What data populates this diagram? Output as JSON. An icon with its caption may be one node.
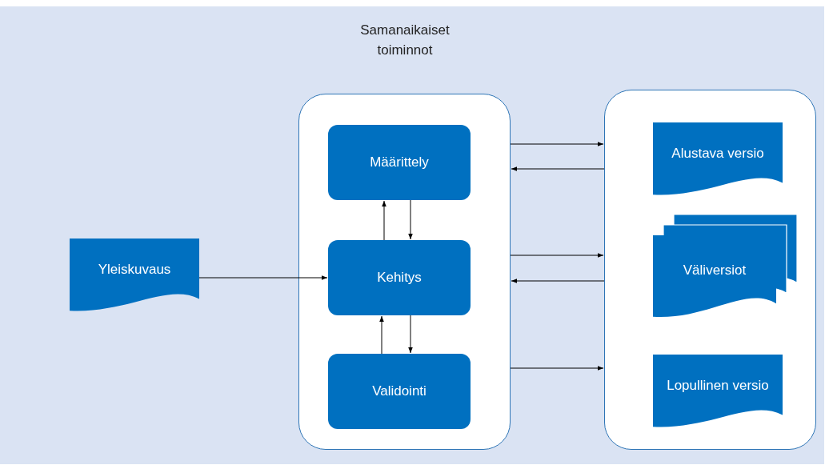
{
  "diagram": {
    "nodes": [
      {
        "text": [
          "Samanaikaiset toiminnot"
        ]
      },
      {
        "text": [
          "Määrittely"
        ],
        "in": 0
      },
      {
        "text": [
          "Kehitys"
        ],
        "in": 0
      },
      {
        "text": [
          "Validointi"
        ],
        "in": 0
      },
      {
        "text": [],
        "shape": "box"
      },
      {
        "text": [
          "Alustava versio"
        ],
        "in": 4
      },
      {
        "text": [
          "Väliversiot"
        ],
        "in": 4
      },
      {
        "text": [
          "Lopullinen versio"
        ],
        "in": 4
      },
      {
        "text": [
          "Yleiskuvaus"
        ]
      }
    ],
    "edges": [
      {
        "from": 8,
        "to": 2,
        "arrow": "to"
      },
      {
        "from": 2,
        "to": 1,
        "arrow": "to"
      },
      {
        "from": 1,
        "to": 2,
        "arrow": "to"
      },
      {
        "from": 2,
        "to": 3,
        "arrow": "to"
      },
      {
        "from": 3,
        "to": 2,
        "arrow": "to"
      },
      {
        "from": 0,
        "to": 4,
        "arrow": "to"
      },
      {
        "from": 4,
        "to": 0,
        "arrow": "to"
      },
      {
        "from": 0,
        "to": 4,
        "arrow": "to"
      },
      {
        "from": 4,
        "to": 0,
        "arrow": "to"
      },
      {
        "from": 0,
        "to": 4,
        "arrow": "to"
      }
    ]
  }
}
